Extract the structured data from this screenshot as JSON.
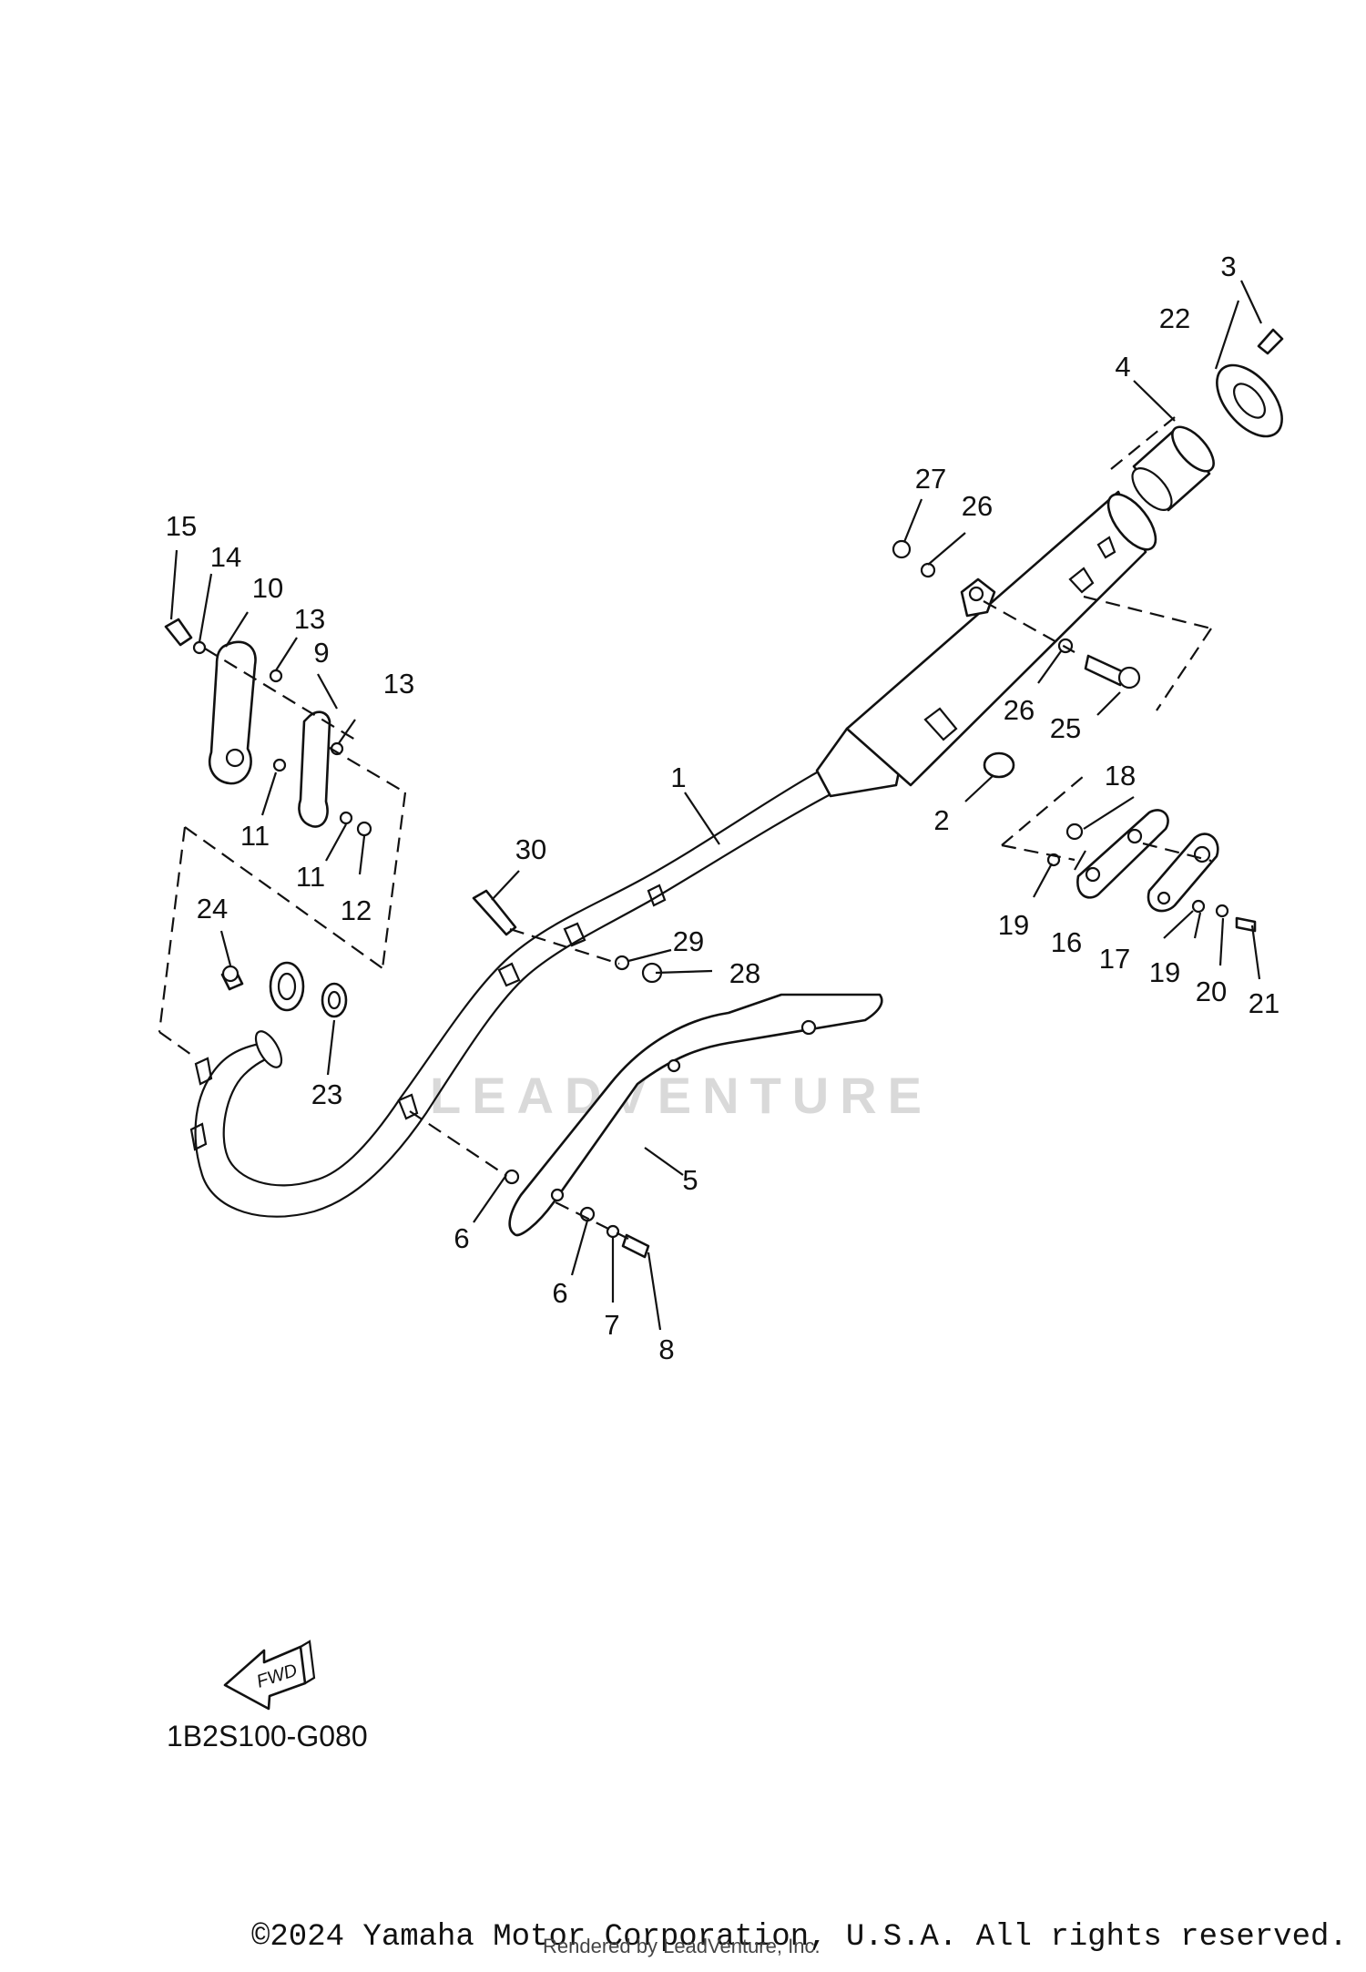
{
  "diagram": {
    "code": "1B2S100-G080",
    "fwd_label": "FWD",
    "watermark": "LEADVENTURE",
    "callouts": [
      "1",
      "2",
      "3",
      "4",
      "5",
      "6",
      "6",
      "7",
      "8",
      "9",
      "10",
      "11",
      "11",
      "12",
      "13",
      "13",
      "14",
      "15",
      "16",
      "17",
      "18",
      "19",
      "19",
      "20",
      "21",
      "22",
      "23",
      "24",
      "25",
      "26",
      "26",
      "27",
      "28",
      "29",
      "30"
    ]
  },
  "footer": {
    "copyright": "©2024 Yamaha Motor Corporation, U.S.A. All rights reserved.",
    "rendered_by": "Rendered by LeadVenture, Inc."
  }
}
